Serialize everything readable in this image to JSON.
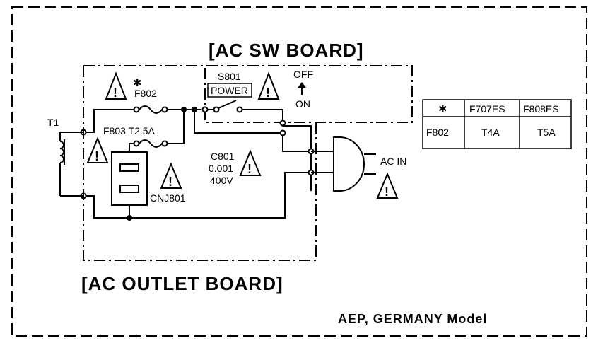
{
  "boards": {
    "ac_sw": "[AC SW BOARD]",
    "ac_outlet": "[AC OUTLET BOARD]"
  },
  "components": {
    "t1": "T1",
    "f802_star": "✱",
    "f802": "F802",
    "s801": "S801",
    "power": "POWER",
    "off": "OFF",
    "on": "ON",
    "f803": "F803 T2.5A",
    "c801_name": "C801",
    "c801_value": "0.001",
    "c801_volt": "400V",
    "cnj801": "CNJ801",
    "ac_in": "AC IN"
  },
  "warning_symbol": "!",
  "table": {
    "headers": [
      "✱",
      "F707ES",
      "F808ES"
    ],
    "rows": [
      [
        "F802",
        "T4A",
        "T5A"
      ]
    ]
  },
  "model": "AEP, GERMANY Model"
}
